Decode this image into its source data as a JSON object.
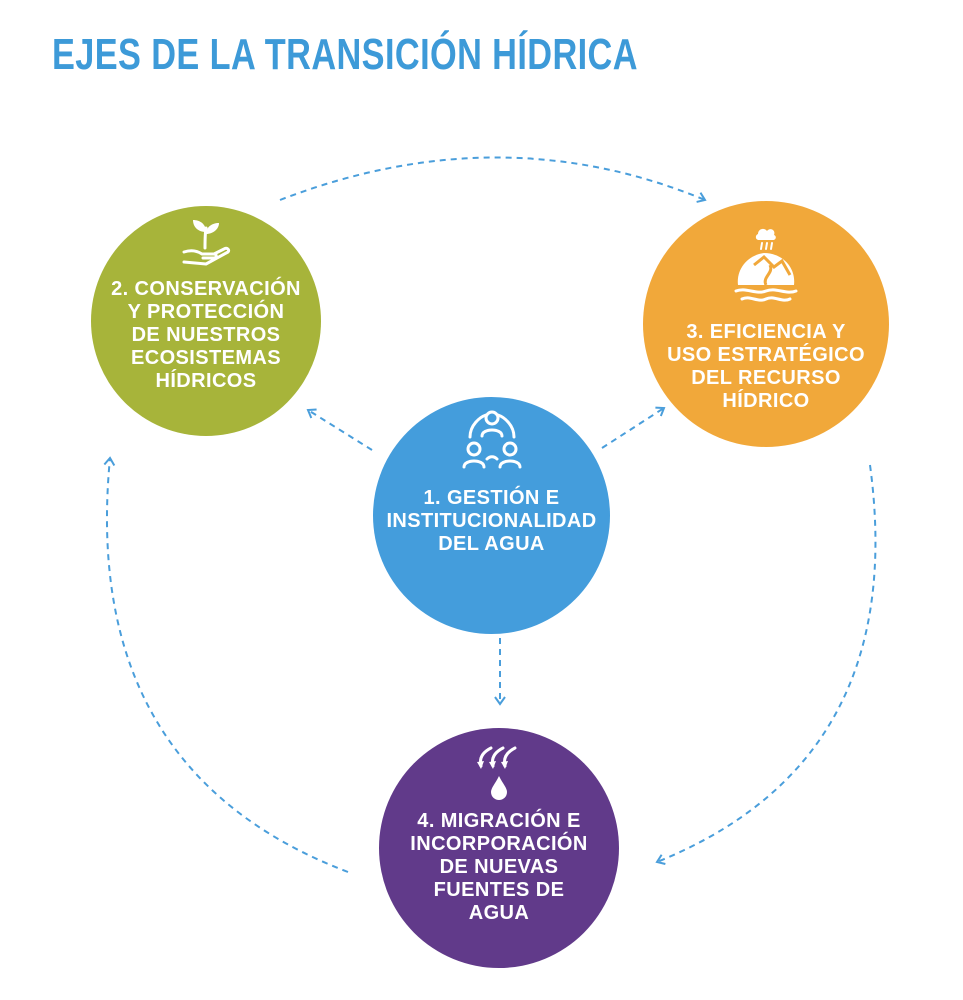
{
  "title": "EJES DE LA TRANSICIÓN HÍDRICA",
  "colors": {
    "title": "#3d9ad8",
    "arrows": "#4a9edb"
  },
  "nodes": [
    {
      "id": "1",
      "label": "1. GESTIÓN E\nINSTITUCIONALIDAD\nDEL AGUA",
      "color": "#449ddc",
      "icon": "people-network-icon"
    },
    {
      "id": "2",
      "label": "2. CONSERVACIÓN\nY PROTECCIÓN\nDE NUESTROS\nECOSISTEMAS\nHÍDRICOS",
      "color": "#a7b43a",
      "icon": "hand-plant-icon"
    },
    {
      "id": "3",
      "label": "3. EFICIENCIA Y\nUSO ESTRATÉGICO\nDEL RECURSO\nHÍDRICO",
      "color": "#f1a83a",
      "icon": "mountain-water-icon"
    },
    {
      "id": "4",
      "label": "4. MIGRACIÓN E\nINCORPORACIÓN\nDE NUEVAS\nFUENTES DE\nAGUA",
      "color": "#613a8a",
      "icon": "rain-drop-icon"
    }
  ],
  "flows": [
    {
      "from": "1",
      "to": "2"
    },
    {
      "from": "1",
      "to": "3"
    },
    {
      "from": "1",
      "to": "4"
    },
    {
      "from": "2",
      "to": "3"
    },
    {
      "from": "3",
      "to": "4"
    },
    {
      "from": "4",
      "to": "2"
    }
  ]
}
